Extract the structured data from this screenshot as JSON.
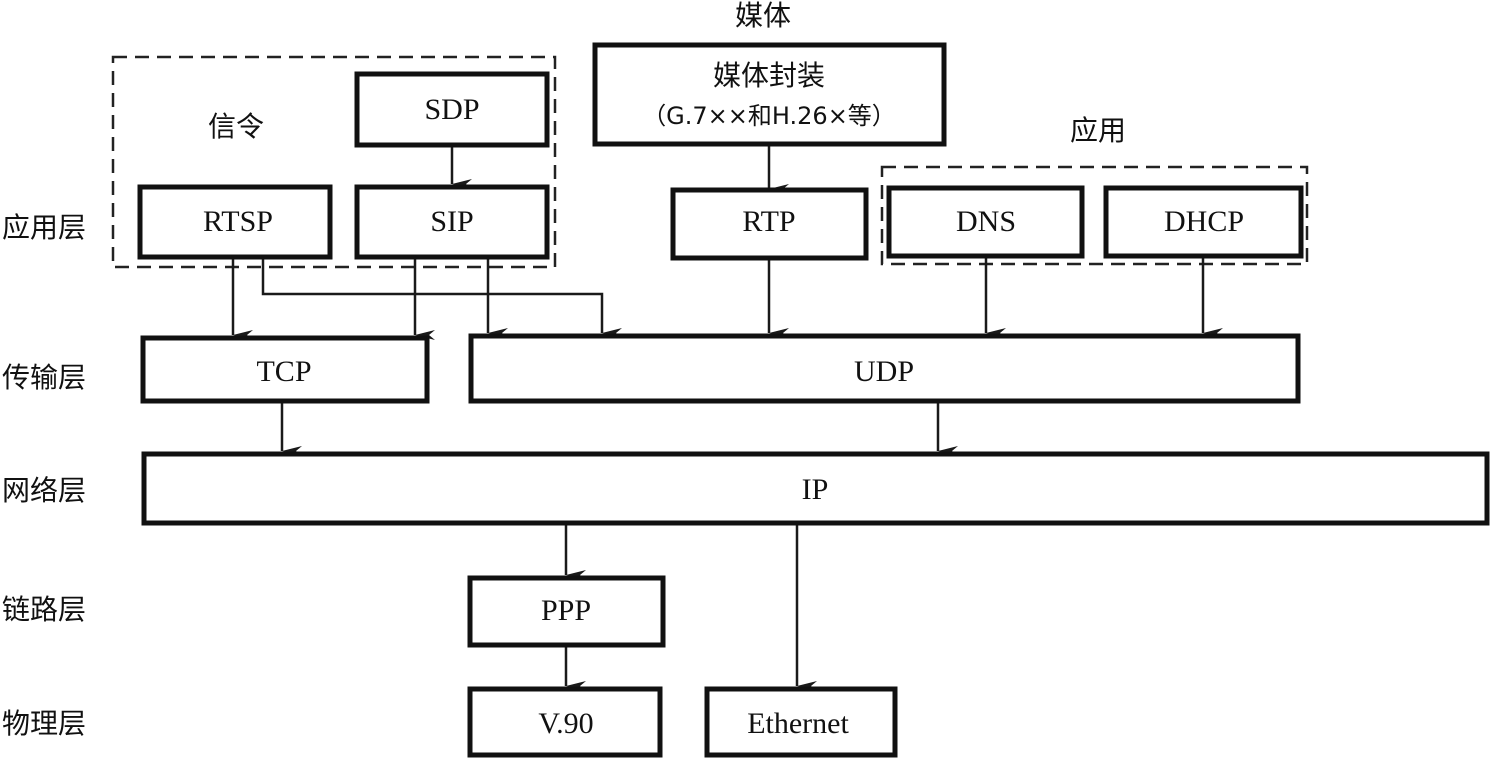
{
  "diagram": {
    "layers": [
      {
        "id": "application",
        "label": "应用层"
      },
      {
        "id": "transport",
        "label": "传输层"
      },
      {
        "id": "network",
        "label": "网络层"
      },
      {
        "id": "link",
        "label": "链路层"
      },
      {
        "id": "physical",
        "label": "物理层"
      }
    ],
    "groups": {
      "signaling": {
        "label": "信令"
      },
      "media": {
        "label": "媒体"
      },
      "applications": {
        "label": "应用"
      }
    },
    "nodes": {
      "sdp": {
        "label": "SDP"
      },
      "rtsp": {
        "label": "RTSP"
      },
      "sip": {
        "label": "SIP"
      },
      "media_encap": {
        "label": "媒体封装",
        "sublabel": "（G.7××和H.26×等）"
      },
      "rtp": {
        "label": "RTP"
      },
      "dns": {
        "label": "DNS"
      },
      "dhcp": {
        "label": "DHCP"
      },
      "tcp": {
        "label": "TCP"
      },
      "udp": {
        "label": "UDP"
      },
      "ip": {
        "label": "IP"
      },
      "ppp": {
        "label": "PPP"
      },
      "v90": {
        "label": "V.90"
      },
      "ethernet": {
        "label": "Ethernet"
      }
    },
    "edges": [
      {
        "from": "sdp",
        "to": "sip"
      },
      {
        "from": "media_encap",
        "to": "rtp"
      },
      {
        "from": "rtsp",
        "to": "tcp"
      },
      {
        "from": "rtsp",
        "to": "udp"
      },
      {
        "from": "sip",
        "to": "tcp"
      },
      {
        "from": "sip",
        "to": "udp"
      },
      {
        "from": "rtp",
        "to": "udp"
      },
      {
        "from": "dns",
        "to": "udp"
      },
      {
        "from": "dhcp",
        "to": "udp"
      },
      {
        "from": "tcp",
        "to": "ip"
      },
      {
        "from": "udp",
        "to": "ip"
      },
      {
        "from": "ip",
        "to": "ppp"
      },
      {
        "from": "ip",
        "to": "ethernet"
      },
      {
        "from": "ppp",
        "to": "v90"
      }
    ]
  }
}
